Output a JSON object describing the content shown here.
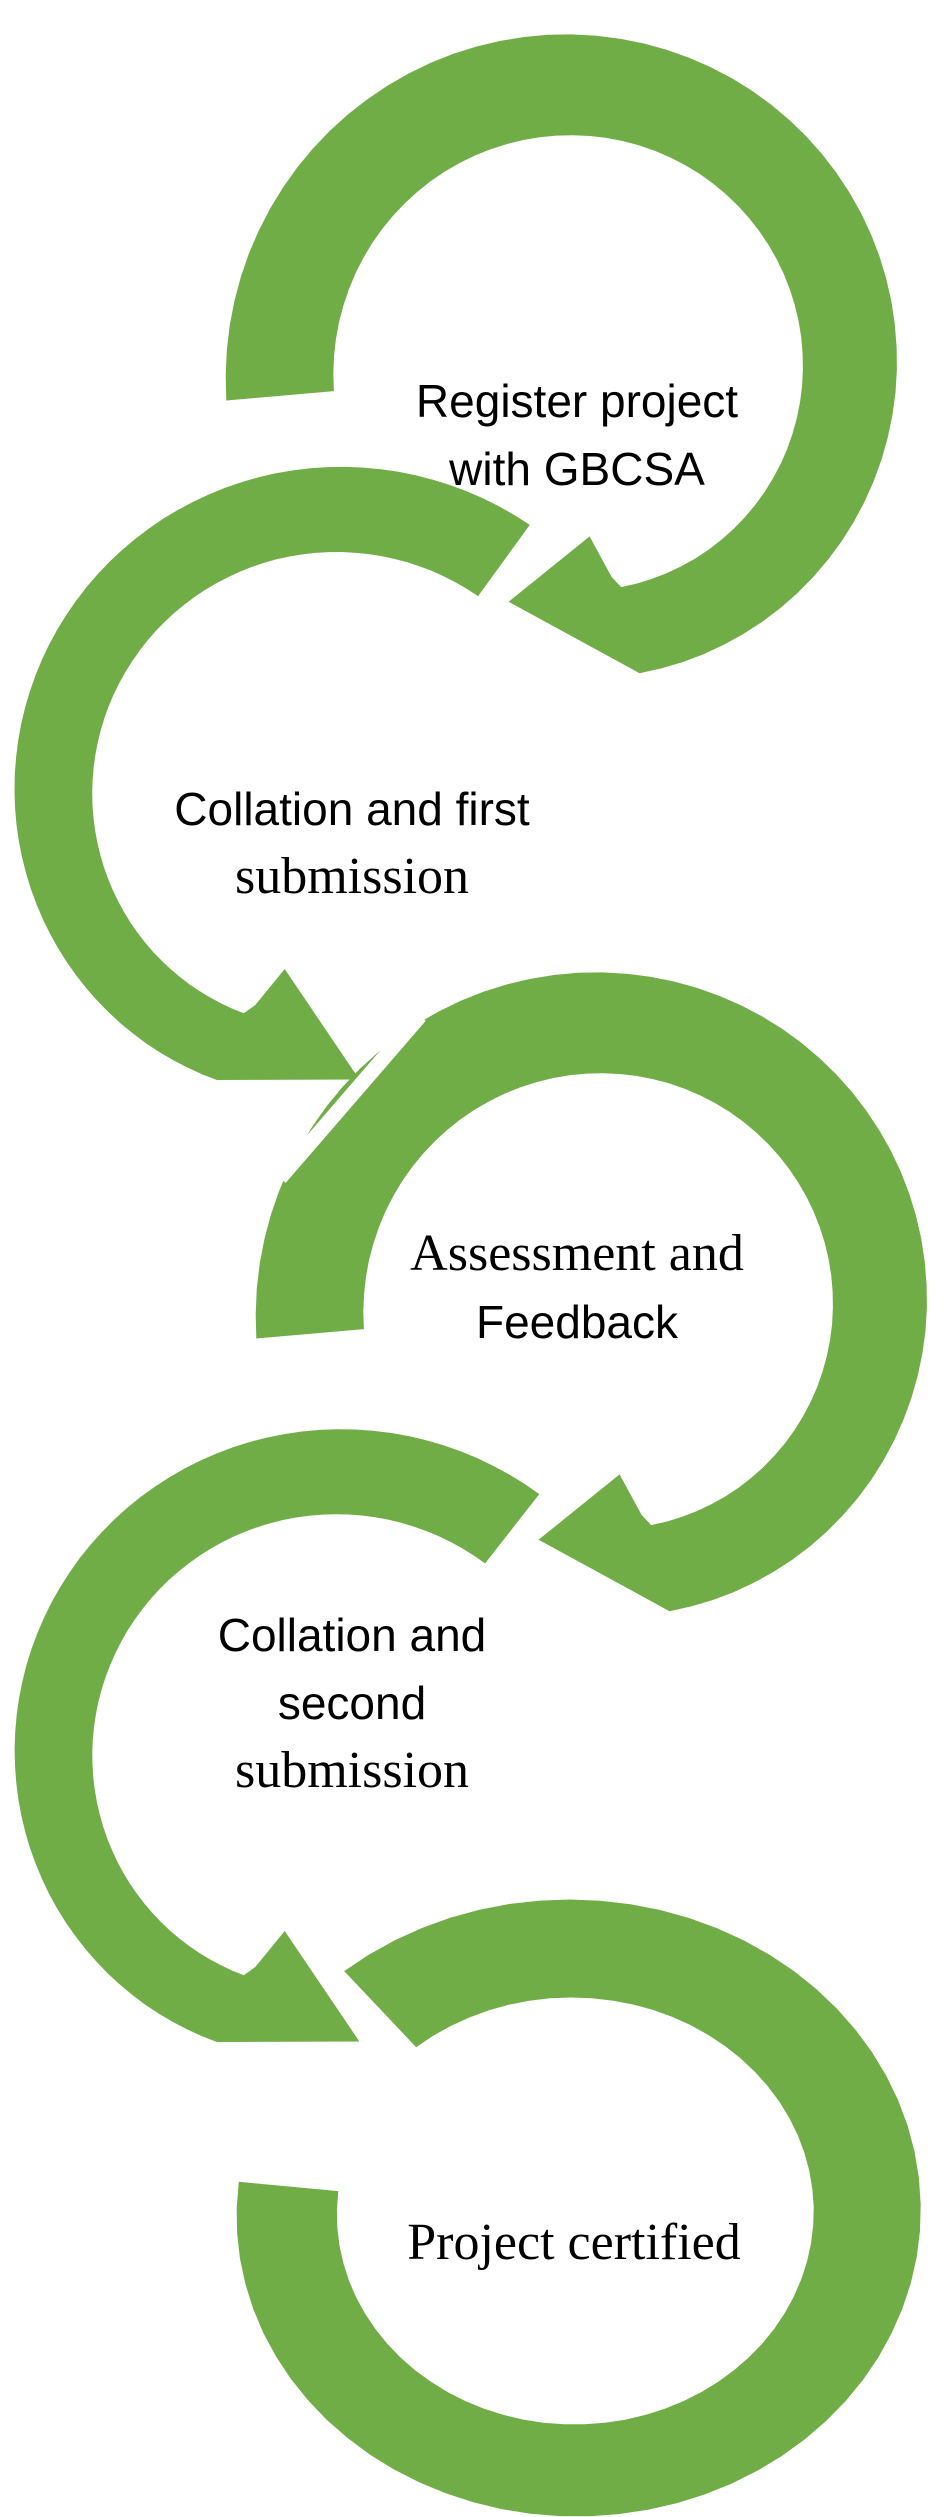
{
  "diagram": {
    "type": "process-flow-cycle",
    "background_color": "#ffffff",
    "arrow_color": "#70AD47",
    "text_color": "#000000",
    "steps": [
      {
        "text": "Register project with GBCSA",
        "lines": [
          "Register project",
          "with GBCSA"
        ]
      },
      {
        "text": "Collation and first submission",
        "lines": [
          "Collation and first",
          "submission"
        ]
      },
      {
        "text": "Assessment and Feedback",
        "lines": [
          "Assessment and",
          "Feedback"
        ]
      },
      {
        "text": "Collation and second submission",
        "lines": [
          "Collation and",
          "second",
          "submission"
        ]
      },
      {
        "text": "Project certified",
        "lines": [
          "Project certified"
        ]
      }
    ]
  }
}
